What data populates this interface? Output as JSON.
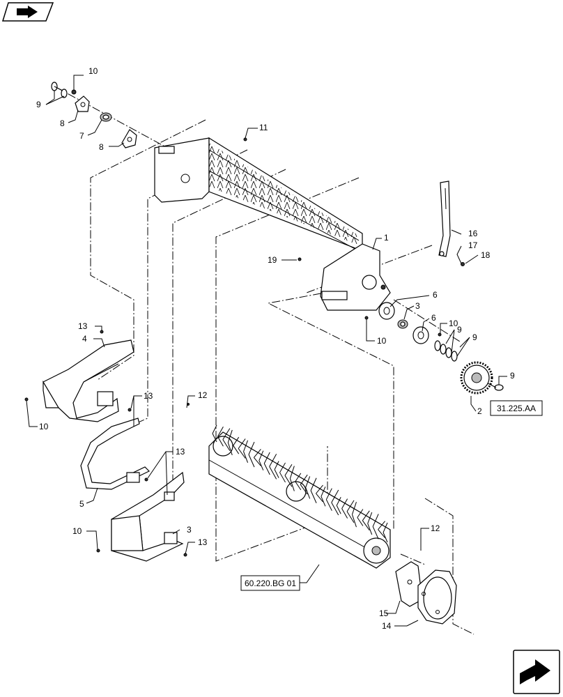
{
  "callouts": {
    "c1": "1",
    "c2": "2",
    "c3a": "3",
    "c3b": "3",
    "c4": "4",
    "c5": "5",
    "c6a": "6",
    "c6b": "6",
    "c7": "7",
    "c8a": "8",
    "c8b": "8",
    "c9a": "9",
    "c9b": "9",
    "c9c": "9",
    "c9d": "9",
    "c10a": "10",
    "c10b": "10",
    "c10c": "10",
    "c10d": "10",
    "c10e": "10",
    "c11": "11",
    "c12a": "12",
    "c12b": "12",
    "c13a": "13",
    "c13b": "13",
    "c13c": "13",
    "c13d": "13",
    "c14": "14",
    "c15": "15",
    "c16": "16",
    "c17": "17",
    "c18": "18",
    "c19": "19"
  },
  "references": {
    "ref_sprocket": "31.225.AA",
    "ref_rotor": "60.220.BG 01"
  },
  "icons": {
    "top_left": "previous-page-arrow-icon",
    "bottom_right": "next-page-arrow-icon"
  }
}
